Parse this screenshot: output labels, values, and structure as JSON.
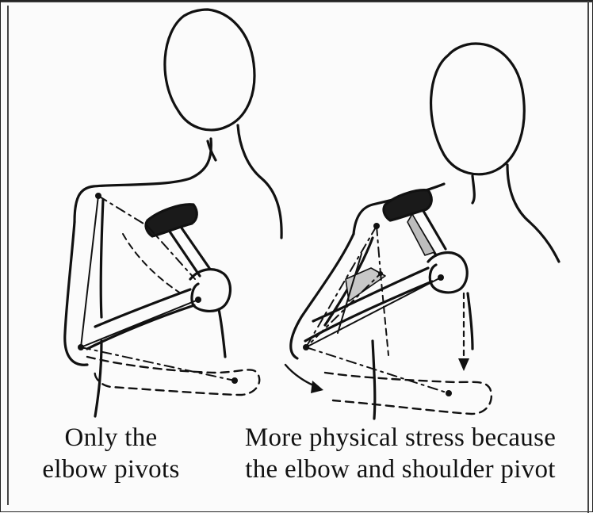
{
  "captions": {
    "left": {
      "line1": "Only the",
      "line2": "elbow pivots"
    },
    "right": {
      "line1": "More physical stress because",
      "line2": "the elbow and shoulder pivot"
    }
  },
  "colors": {
    "ink": "#111111",
    "background": "#fbfbfb",
    "hammer_head": "#1a1a1a",
    "highlight": "#bdbdbd"
  }
}
